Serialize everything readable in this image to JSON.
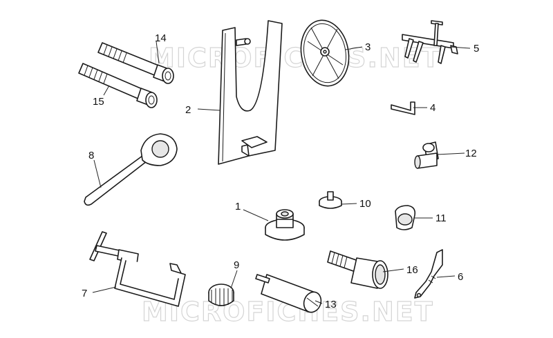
{
  "watermark": {
    "top_text": "MICROFICHES.NET",
    "bottom_text": "MICROFICHES.NET"
  },
  "callouts": [
    {
      "id": "1",
      "label": "1"
    },
    {
      "id": "2",
      "label": "2"
    },
    {
      "id": "3",
      "label": "3"
    },
    {
      "id": "4",
      "label": "4"
    },
    {
      "id": "5",
      "label": "5"
    },
    {
      "id": "6",
      "label": "6"
    },
    {
      "id": "7",
      "label": "7"
    },
    {
      "id": "8",
      "label": "8"
    },
    {
      "id": "9",
      "label": "9"
    },
    {
      "id": "10",
      "label": "10"
    },
    {
      "id": "11",
      "label": "11"
    },
    {
      "id": "12",
      "label": "12"
    },
    {
      "id": "13",
      "label": "13"
    },
    {
      "id": "14",
      "label": "14"
    },
    {
      "id": "15",
      "label": "15"
    },
    {
      "id": "16",
      "label": "16"
    }
  ]
}
